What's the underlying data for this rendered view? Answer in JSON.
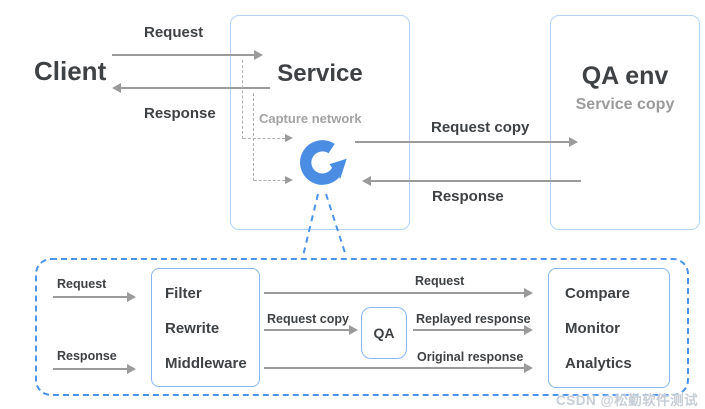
{
  "top": {
    "client_label": "Client",
    "request_label": "Request",
    "response_label": "Response",
    "service_box": {
      "title": "Service",
      "capture_label": "Capture network"
    },
    "request_copy_label": "Request copy",
    "response_right_label": "Response",
    "qa_env_box": {
      "title": "QA env",
      "subtitle": "Service copy"
    }
  },
  "bottom": {
    "request_label": "Request",
    "response_label": "Response",
    "processor_box": {
      "items": [
        "Filter",
        "Rewrite",
        "Middleware"
      ]
    },
    "request_out_label": "Request",
    "request_copy_label": "Request copy",
    "qa_box_label": "QA",
    "replayed_response_label": "Replayed response",
    "original_response_label": "Original response",
    "analysis_box": {
      "items": [
        "Compare",
        "Monitor",
        "Analytics"
      ]
    }
  },
  "watermark": "CSDN @松勤软件测试",
  "icons": {
    "capture_replay_icon": "circular-arrow-g",
    "connector_icon": "dashed-v-lines"
  },
  "colors": {
    "logo_blue": "#4a8de2",
    "dashed_blue": "#4d94e8",
    "outer_box_border": "#b5d3f5",
    "inner_box_border": "#8ab7f0",
    "arrow_gray": "#9b9b9b",
    "capture_dash_gray": "#b0b0b0",
    "text_dark": "#3f4245",
    "text_gray": "#a3a3a3",
    "watermark_gray": "#c7cdd7"
  }
}
